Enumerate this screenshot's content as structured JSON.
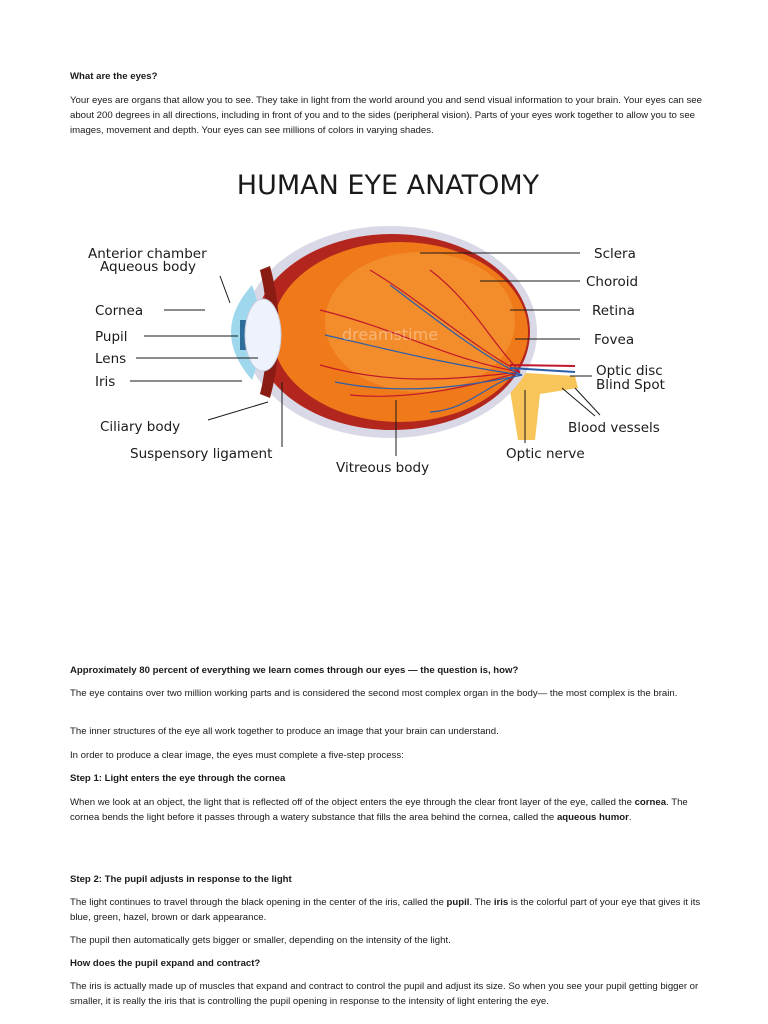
{
  "intro": {
    "heading": "What are the eyes?",
    "paragraph": "Your eyes are organs that allow you to see. They take in light from the world around you and send visual information to your brain. Your eyes can see about 200 degrees in all directions, including in front of you and to the sides (peripheral vision). Parts of your eyes work together to allow you to see images, movement and depth. Your eyes can see millions of colors in varying shades."
  },
  "diagram": {
    "title": "HUMAN EYE ANATOMY",
    "watermark": "dreamstime",
    "labels": {
      "anterior_chamber": "Anterior chamber",
      "aqueous_body": "Aqueous body",
      "cornea": "Cornea",
      "pupil": "Pupil",
      "lens": "Lens",
      "iris": "Iris",
      "ciliary_body": "Ciliary body",
      "suspensory_ligament": "Suspensory ligament",
      "vitreous_body": "Vitreous body",
      "sclera": "Sclera",
      "choroid": "Choroid",
      "retina": "Retina",
      "fovea": "Fovea",
      "optic_disc": "Optic disc",
      "blind_spot": "Blind Spot",
      "blood_vessels": "Blood vessels",
      "optic_nerve": "Optic nerve"
    },
    "colors": {
      "eyeball": "#f07a1a",
      "eyeball_dark": "#d9480f",
      "sclera_ring": "#b3261e",
      "outer_shell": "#d8d8e6",
      "cornea": "#9fd8ec",
      "lens": "#eef2fb",
      "optic_nerve": "#f8c55a",
      "vessels_red": "#c0182a",
      "vessels_blue": "#2d5fa8"
    }
  },
  "body": {
    "question": "Approximately 80 percent of everything we learn comes through our eyes — the question is, how?",
    "p1": "The eye contains over two million working parts and is considered the second most complex organ in the body— the most complex is the brain.",
    "p2": "The inner structures of the eye all work together to produce an image that your brain can understand.",
    "p3": "In order to produce a clear image, the eyes must complete a five-step process:",
    "step1_heading": "Step 1: Light enters the eye through the cornea",
    "step1": {
      "a": "When we look at an object, the light that is reflected off of the object enters the eye through the clear front layer of the eye, called the ",
      "b": "cornea",
      "c": ". The cornea bends the light before it passes through a watery substance that fills the area behind the cornea, called the ",
      "d": "aqueous humor",
      "e": "."
    },
    "step2_heading": "Step 2: The pupil adjusts in response to the light",
    "step2": {
      "a": "The light continues to travel through the black opening in the center of the iris, called the ",
      "b": "pupil",
      "c": ". The ",
      "d": "iris",
      "e": " is the colorful part of your eye that gives it its blue, green, hazel, brown or dark appearance."
    },
    "p4": "The pupil then automatically gets bigger or smaller, depending on the intensity of the light.",
    "expand_heading": "How does the pupil expand and contract?",
    "p5": "The iris is actually made up of muscles that expand and contract to control the pupil and adjust its size. So when you see your pupil getting bigger or smaller, it is really the iris that is controlling the pupil opening in response to the intensity of light entering the eye."
  }
}
